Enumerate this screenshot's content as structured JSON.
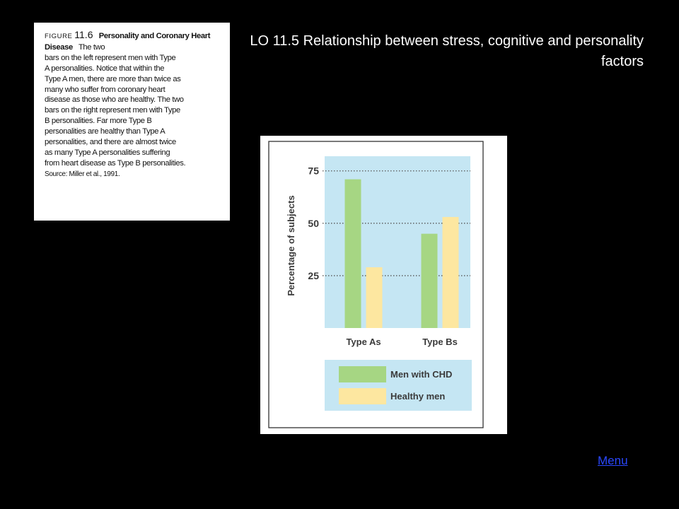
{
  "slide": {
    "title": "LO 11.5 Relationship between stress, cognitive and personality factors",
    "menu_label": "Menu"
  },
  "caption": {
    "figure_word": "FIGURE",
    "figure_number": "11.6",
    "figure_title": "Personality and Coronary Heart Disease",
    "lines": [
      "The two",
      "bars on the left represent men with Type",
      "A personalities. Notice that within the",
      "Type A men, there are more than twice as",
      "many who suffer from coronary heart",
      "disease as those who are healthy. The two",
      "bars on the right represent men with Type",
      "B personalities. Far more Type B",
      "personalities are healthy than Type A",
      "personalities, and there are almost twice",
      "as many Type A personalities suffering",
      "from heart disease as Type B personalities."
    ],
    "source": "Source: Miller et al., 1991."
  },
  "chart_data": {
    "type": "bar",
    "categories": [
      "Type As",
      "Type Bs"
    ],
    "series": [
      {
        "name": "Men with CHD",
        "values": [
          71,
          45
        ],
        "color": "#a6d683"
      },
      {
        "name": "Healthy men",
        "values": [
          29,
          53
        ],
        "color": "#fde7a0"
      }
    ],
    "ylabel": "Percentage of subjects",
    "yticks": [
      25,
      50,
      75
    ],
    "ylim": [
      0,
      82
    ],
    "grid": "dotted horizontal at tick values",
    "legend_position": "bottom",
    "colors": {
      "plot_background": "#c5e6f3",
      "legend_background": "#c5e6f3",
      "frame": "#333333"
    }
  }
}
